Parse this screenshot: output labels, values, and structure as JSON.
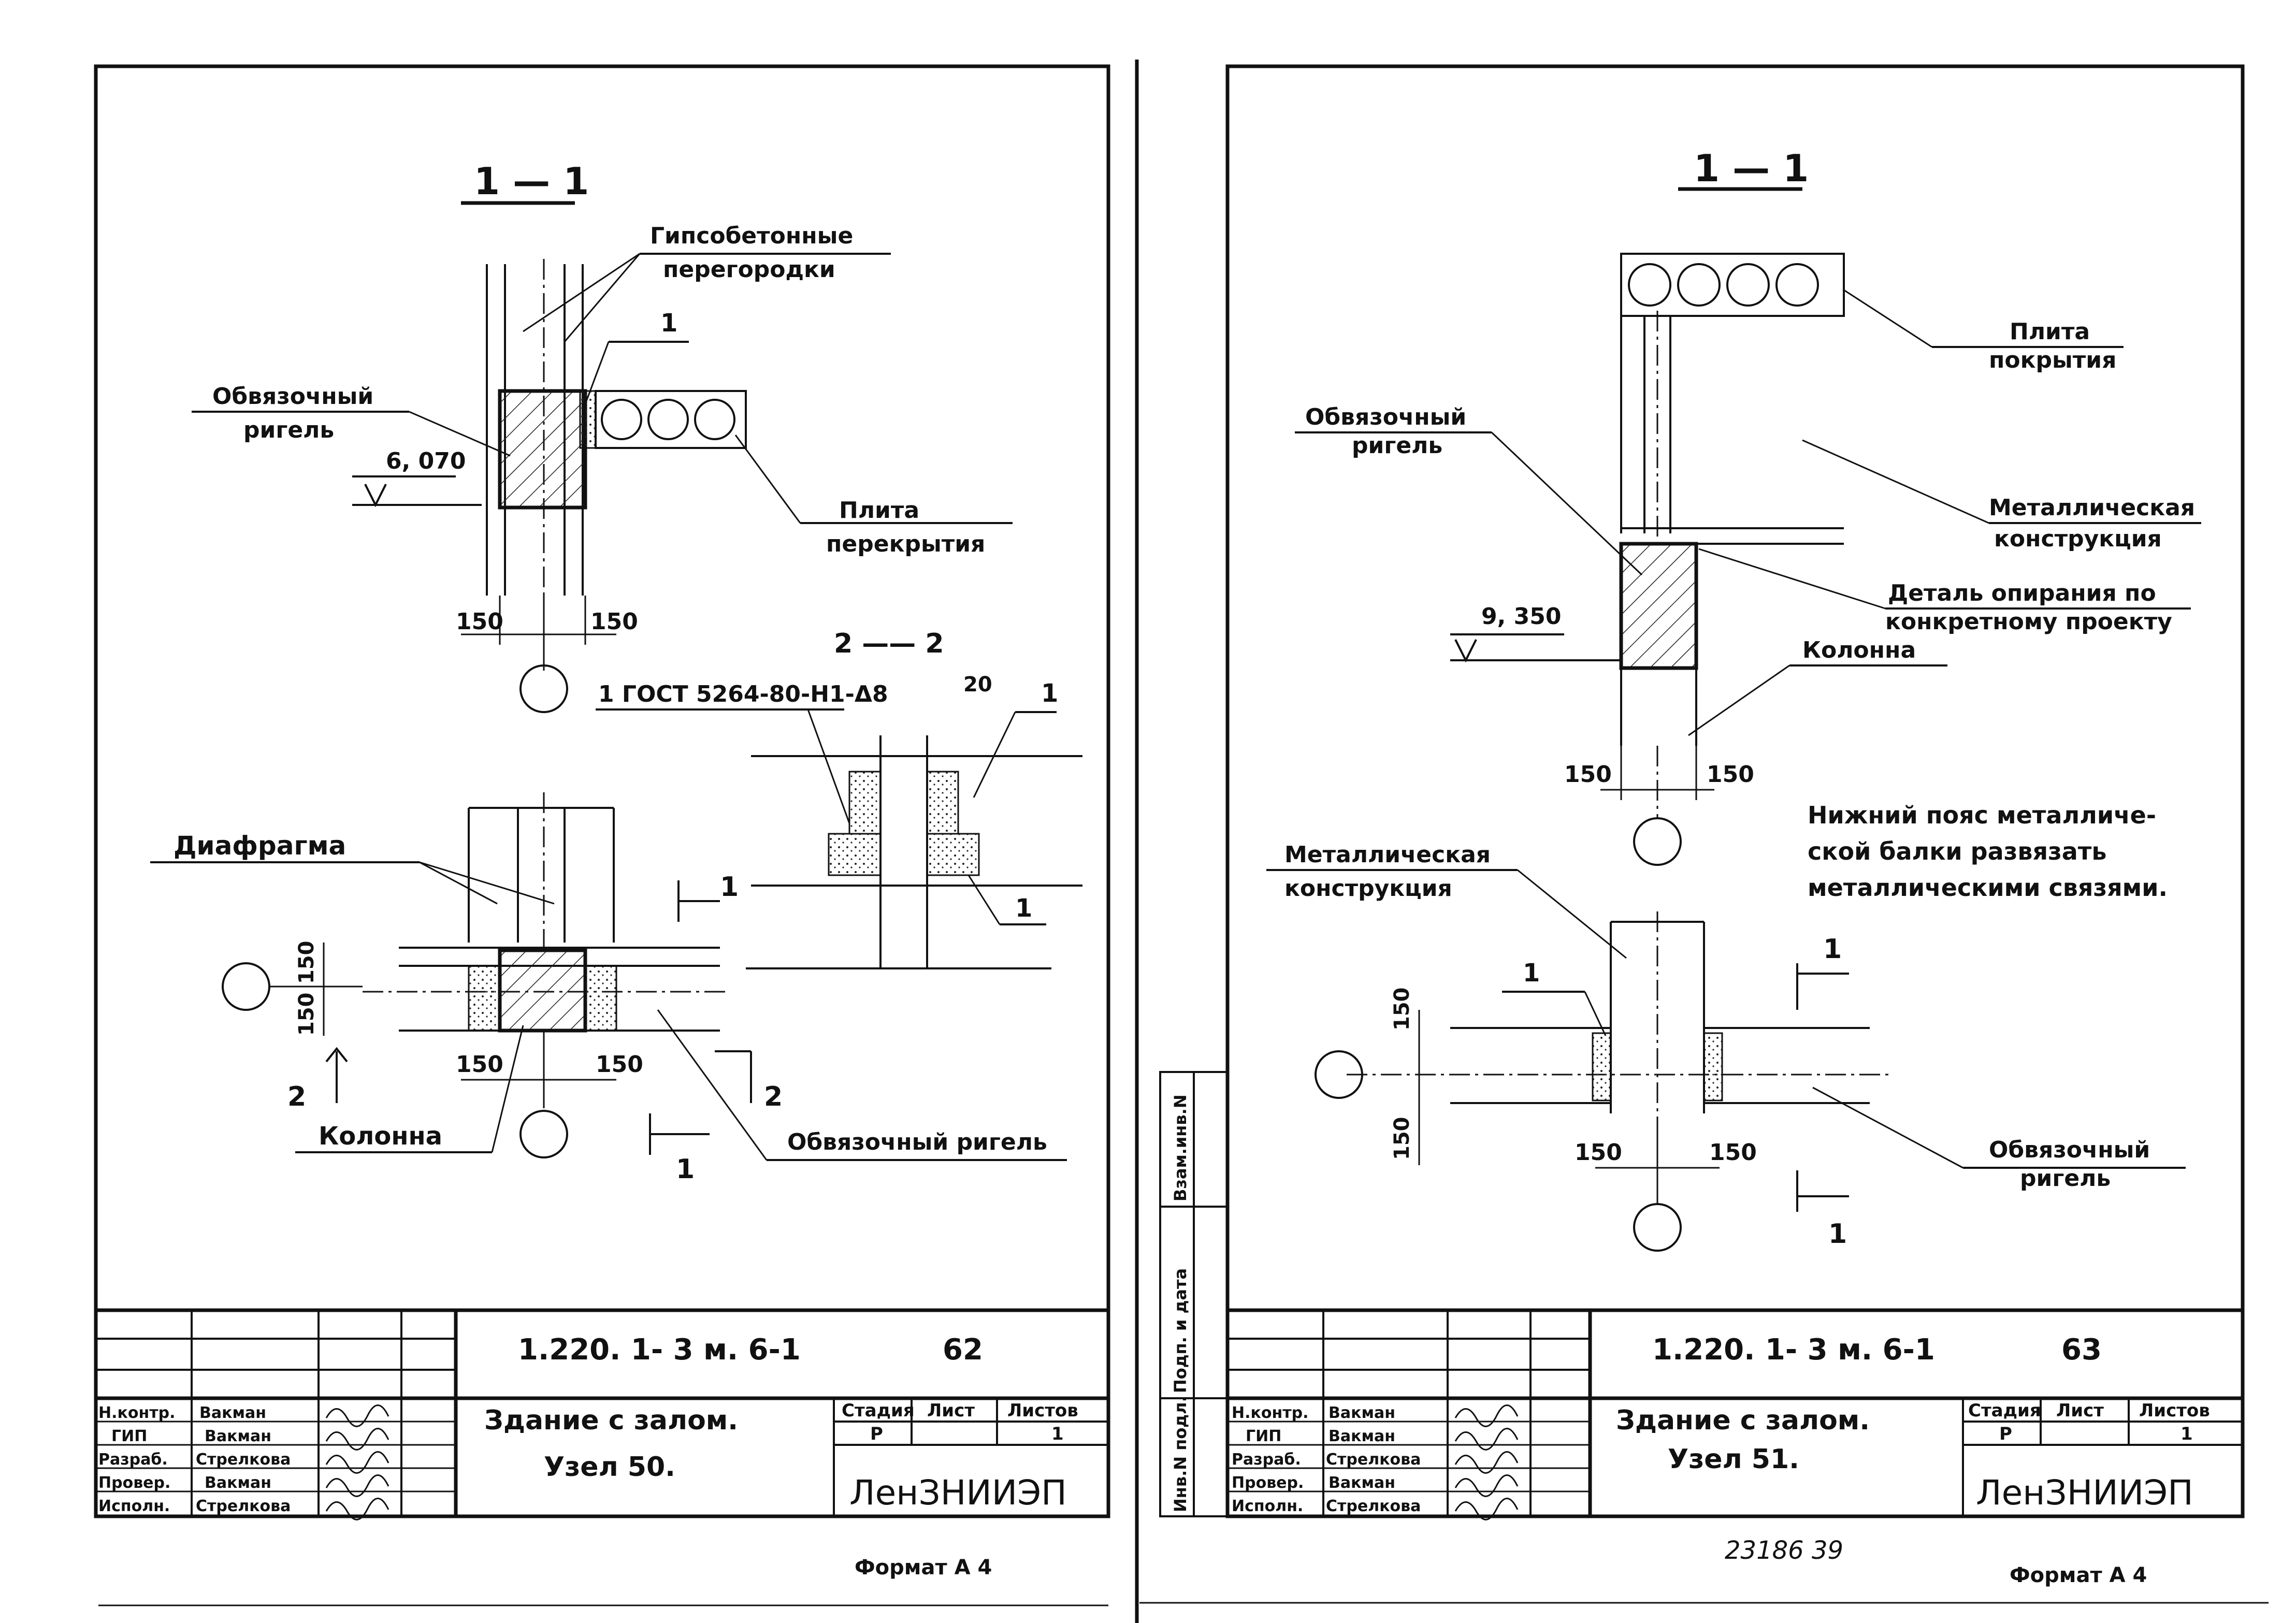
{
  "left_sheet": {
    "section_1_label": "1 — 1",
    "label_partitions": [
      "Гипсобетонные",
      "перегородки"
    ],
    "label_part_1": "1",
    "label_tie_beam": [
      "Обвязочный",
      "ригель"
    ],
    "elevation": "6, 070",
    "label_slab": [
      "Плита",
      "перекрытия"
    ],
    "dim_150_a": "150",
    "dim_150_b": "150",
    "section_2_label": "2 —— 2",
    "gost_note": "1 ГОСТ 5264-80-Н1-Δ8",
    "dim_20": "20",
    "part_1_top": "1",
    "part_1_bottom": "1",
    "label_diaphragm": "Диафрагма",
    "dim_150_v1": "150",
    "dim_150_v2": "150",
    "dim_150_h1": "150",
    "dim_150_h2": "150",
    "cut_2_left": "2",
    "cut_2_right": "2",
    "cut_1_top": "1",
    "cut_1_bottom": "1",
    "label_column": "Колонна",
    "label_tie_beam_plan": "Обвязочный ригель",
    "title_block": {
      "doc_code": "1.220. 1- 3 м. 6-1",
      "page": "62",
      "title": [
        "Здание с залом.",
        "Узел 50."
      ],
      "stage_header": "Стадия",
      "sheet_header": "Лист",
      "sheets_header": "Листов",
      "stage": "Р",
      "sheets": "1",
      "org": "ЛенЗНИИЭП",
      "roles": [
        {
          "role": "Н.контр.",
          "name": "Вакман"
        },
        {
          "role": "ГИП",
          "name": "Вакман"
        },
        {
          "role": "Разраб.",
          "name": "Стрелкова"
        },
        {
          "role": "Провер.",
          "name": "Вакман"
        },
        {
          "role": "Исполн.",
          "name": "Стрелкова"
        }
      ]
    },
    "format": "Формат А 4"
  },
  "right_sheet": {
    "section_1_label": "1 — 1",
    "label_roof_slab": [
      "Плита",
      "покрытия"
    ],
    "label_tie_beam": [
      "Обвязочный",
      "ригель"
    ],
    "label_metal": [
      "Металлическая",
      "конструкция"
    ],
    "label_bearing": [
      "Деталь опирания по",
      "конкретному проекту"
    ],
    "elevation": "9, 350",
    "label_column": "Колонна",
    "dim_150_a": "150",
    "dim_150_b": "150",
    "note": [
      "Нижний пояс металличе-",
      "ской балки развязать",
      "металлическими связями."
    ],
    "label_metal_plan": [
      "Металлическая",
      "конструкция"
    ],
    "part_1": "1",
    "cut_1_top": "1",
    "cut_1_bottom": "1",
    "dim_150_v1": "150",
    "dim_150_v2": "150",
    "dim_150_h1": "150",
    "dim_150_h2": "150",
    "label_tie_beam_plan": [
      "Обвязочный",
      "ригель"
    ],
    "side_stamp": [
      "Взам.инв.N",
      "Подп. и дата",
      "Инв.N подл."
    ],
    "title_block": {
      "doc_code": "1.220. 1- 3 м. 6-1",
      "page": "63",
      "title": [
        "Здание с залом.",
        "Узел 51."
      ],
      "stage_header": "Стадия",
      "sheet_header": "Лист",
      "sheets_header": "Листов",
      "stage": "Р",
      "sheets": "1",
      "org": "ЛенЗНИИЭП",
      "roles": [
        {
          "role": "Н.контр.",
          "name": "Вакман"
        },
        {
          "role": "ГИП",
          "name": "Вакман"
        },
        {
          "role": "Разраб.",
          "name": "Стрелкова"
        },
        {
          "role": "Провер.",
          "name": "Вакман"
        },
        {
          "role": "Исполн.",
          "name": "Стрелкова"
        }
      ]
    },
    "handwritten": "23186   39",
    "format": "Формат А 4"
  }
}
